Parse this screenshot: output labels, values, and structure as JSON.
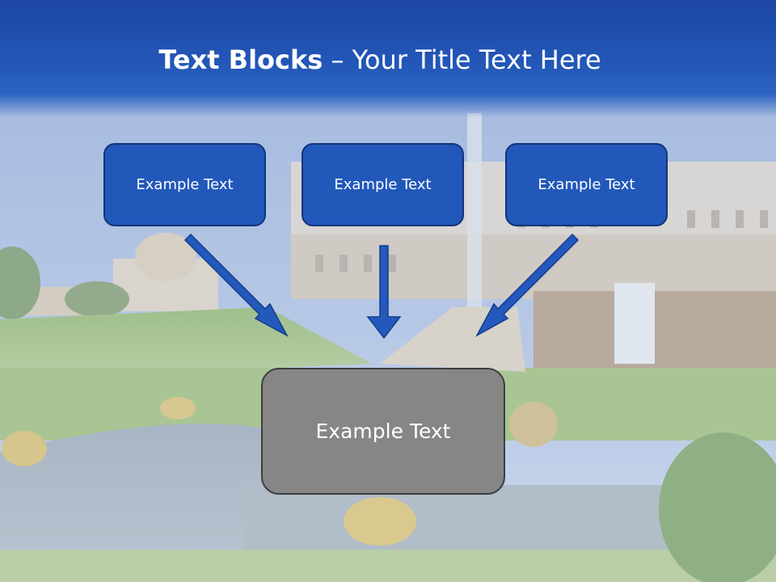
{
  "slide": {
    "title_bold": "Text Blocks",
    "title_rest": "– Your Title Text Here"
  },
  "blocks": [
    {
      "text": "Example Text"
    },
    {
      "text": "Example Text"
    },
    {
      "text": "Example Text"
    }
  ],
  "target": {
    "text": "Example Text"
  },
  "colors": {
    "header": "#2357b8",
    "block_fill": "#2258ba",
    "block_border": "#12347a",
    "target_fill": "#868686",
    "target_border": "#3e3e3e",
    "arrow_fill": "#2459bc"
  }
}
